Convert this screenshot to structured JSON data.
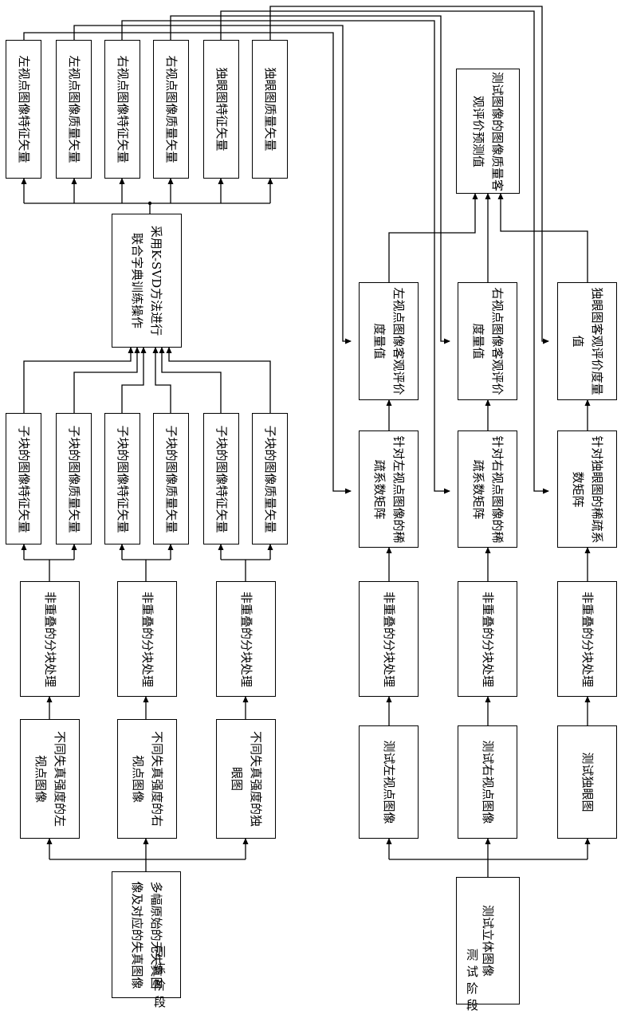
{
  "training_label": "训练阶段",
  "testing_label": "测试阶段",
  "train": {
    "source": "多幅原始的无失真图像及对应的失真图像",
    "distorted": [
      "不同失真强度的左视点图像",
      "不同失真强度的右视点图像",
      "不同失真强度的独眼图"
    ],
    "block": "非重叠的分块处理",
    "sub": [
      "子块的图像特征矢量",
      "子块的图像质量矢量"
    ],
    "ksvd": "采用K-SVD方法进行联合字典训练操作",
    "dict": [
      "左视点图像特征矢量",
      "左视点图像质量矢量",
      "右视点图像特征矢量",
      "右视点图像质量矢量",
      "独眼图特征矢量",
      "独眼图质量矢量"
    ]
  },
  "test": {
    "source": "测试立体图像",
    "images": [
      "测试左视点图像",
      "测试右视点图像",
      "测试独眼图"
    ],
    "block": "非重叠的分块处理",
    "sparse": [
      "针对左视点图像的稀疏系数矩阵",
      "针对右视点图像的稀疏系数矩阵",
      "针对独眼图的稀疏系数矩阵"
    ],
    "objective": [
      "左视点图像客观评价度量值",
      "右视点图像客观评价度量值",
      "独眼图客观评价度量值"
    ],
    "final": "测试图像的图像质量客观评价预测值"
  }
}
